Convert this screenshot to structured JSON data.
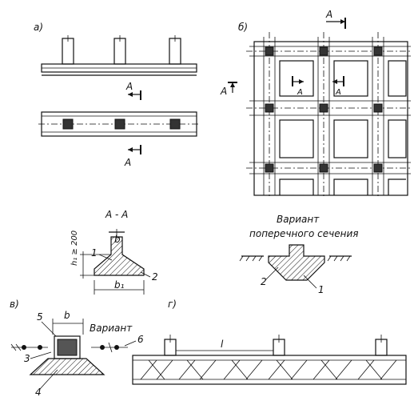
{
  "labels": {
    "a": "а)",
    "b": "б)",
    "v": "в)",
    "g": "г)"
  },
  "section": {
    "title": "А - А",
    "height_dim": "h₁ ≥ 200",
    "width_top": "b",
    "width_base": "b₁",
    "callout_1": "1",
    "callout_2": "2"
  },
  "variant": {
    "title_line1": "Вариант",
    "title_line2": "поперечного сечения",
    "callout_1": "1",
    "callout_2": "2"
  },
  "detail_v": {
    "dim_b": "b",
    "callout_3": "3",
    "callout_4": "4",
    "callout_5": "5",
    "callout_6": "6",
    "variant_label": "Вариант"
  },
  "detail_g": {
    "span_label": "l"
  },
  "section_marks": {
    "a_letter": "А"
  }
}
